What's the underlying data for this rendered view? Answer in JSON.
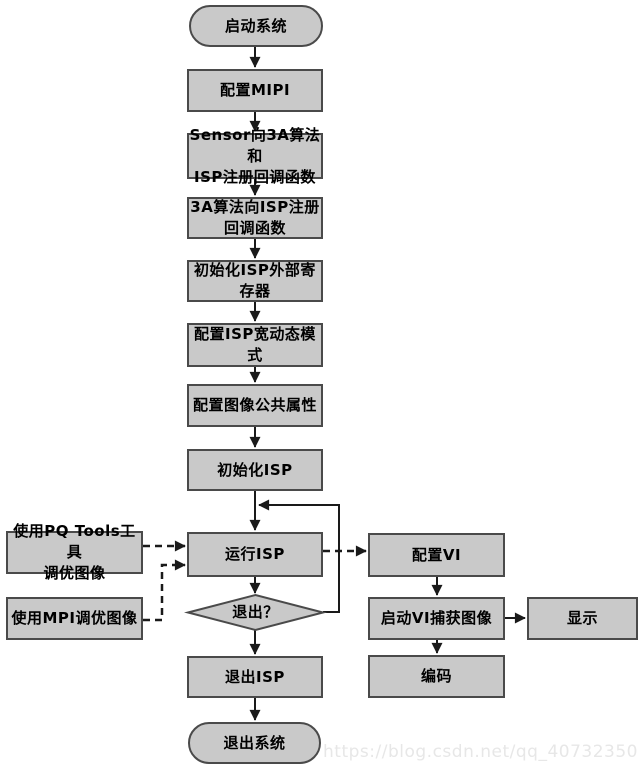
{
  "diagram": {
    "nodes": {
      "start": {
        "label": "启动系统"
      },
      "mipi": {
        "label": "配置MIPI"
      },
      "sensor_reg": {
        "label": "Sensor向3A算法和\nISP注册回调函数"
      },
      "algo_reg": {
        "label": "3A算法向ISP注册\n回调函数"
      },
      "init_ext_reg": {
        "label": "初始化ISP外部寄\n存器"
      },
      "wdr": {
        "label": "配置ISP宽动态模\n式"
      },
      "pub_attr": {
        "label": "配置图像公共属性"
      },
      "init_isp": {
        "label": "初始化ISP"
      },
      "run_isp": {
        "label": "运行ISP"
      },
      "exit_q": {
        "label": "退出？"
      },
      "exit_isp": {
        "label": "退出ISP"
      },
      "exit_sys": {
        "label": "退出系统"
      },
      "pq_tools": {
        "label": "使用PQ Tools工具\n调优图像"
      },
      "mpi": {
        "label": "使用MPI调优图像"
      },
      "cfg_vi": {
        "label": "配置VI"
      },
      "vi_capture": {
        "label": "启动VI捕获图像"
      },
      "display": {
        "label": "显示"
      },
      "encode": {
        "label": "编码"
      }
    },
    "watermark": "https://blog.csdn.net/qq_40732350",
    "colors": {
      "node_fill": "#c9c9c9",
      "node_border": "#4a4a4a",
      "line": "#1a1a1a",
      "watermark": "#e7e7e7"
    }
  }
}
